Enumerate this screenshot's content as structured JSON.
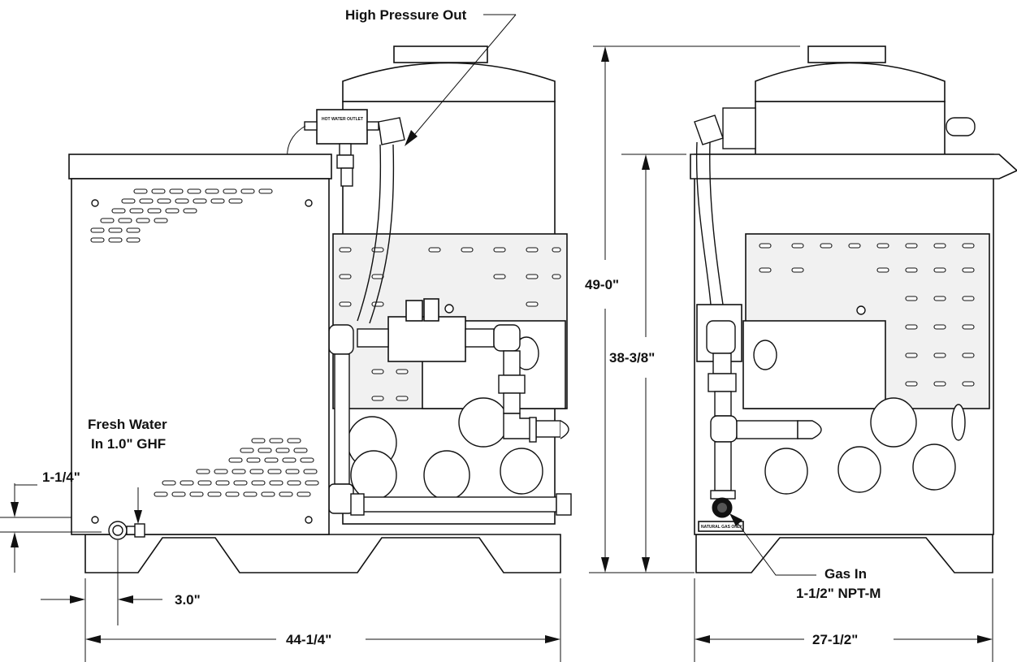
{
  "labels": {
    "high_pressure_out": "High Pressure Out",
    "fresh_water_line1": "Fresh  Water",
    "fresh_water_line2": "In 1.0\" GHF",
    "gas_in_line1": "Gas In",
    "gas_in_line2": "1-1/2\" NPT-M",
    "hot_water_outlet_tag": "HOT WATER OUTLET",
    "natural_gas_tag": "NATURAL GAS ONLY"
  },
  "dimensions": {
    "height_total": "49-0\"",
    "height_cabinet": "38-3/8\"",
    "width_front": "44-1/4\"",
    "width_side": "27-1/2\"",
    "inlet_offset": "3.0\"",
    "inlet_height": "1-1/4\""
  }
}
